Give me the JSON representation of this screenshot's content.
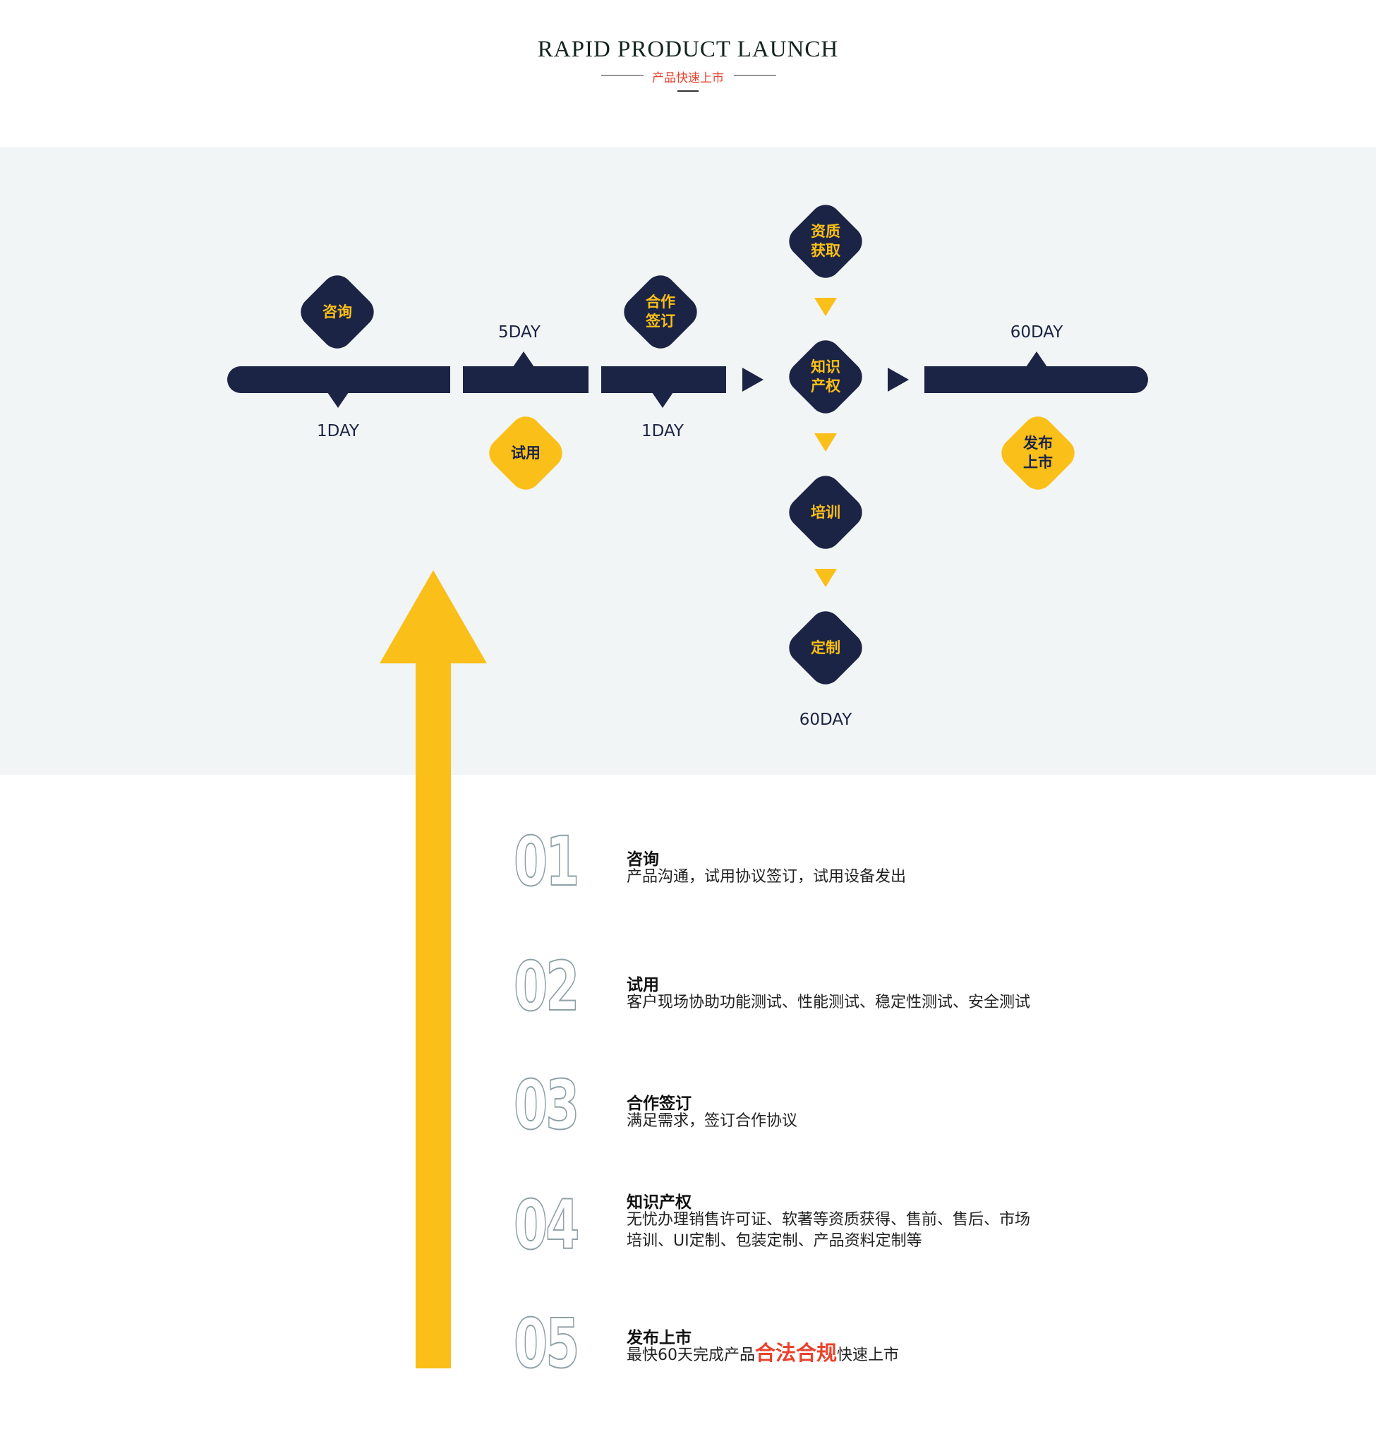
{
  "header": {
    "title": "RAPID PRODUCT LAUNCH",
    "subtitle": "产品快速上市"
  },
  "timeline": {
    "nodes": {
      "consult": "咨询",
      "trial": "试用",
      "sign": "合作\n签订",
      "ip": "知识\n产权",
      "qualification": "资质\n获取",
      "training": "培训",
      "custom": "定制",
      "launch": "发布\n上市"
    },
    "durations": {
      "consult": "1DAY",
      "trial": "5DAY",
      "sign": "1DAY",
      "ip": "60DAY",
      "launch": "60DAY"
    }
  },
  "steps": [
    {
      "num": "01",
      "title": "咨询",
      "desc": "产品沟通，试用协议签订，试用设备发出"
    },
    {
      "num": "02",
      "title": "试用",
      "desc": "客户现场协助功能测试、性能测试、稳定性测试、安全测试"
    },
    {
      "num": "03",
      "title": "合作签订",
      "desc": "满足需求，签订合作协议"
    },
    {
      "num": "04",
      "title": "知识产权",
      "desc_line1": "无忧办理销售许可证、软著等资质获得、售前、售后、市场",
      "desc_line2": "培训、UI定制、包装定制、产品资料定制等"
    },
    {
      "num": "05",
      "title": "发布上市",
      "desc_prefix": "最快60天完成产品",
      "desc_highlight": "合法合规",
      "desc_suffix": "快速上市"
    }
  ],
  "colors": {
    "navy": "#1b2444",
    "yellow": "#fbbf19",
    "accent_red": "#e8432e",
    "band": "#f2f5f5"
  }
}
